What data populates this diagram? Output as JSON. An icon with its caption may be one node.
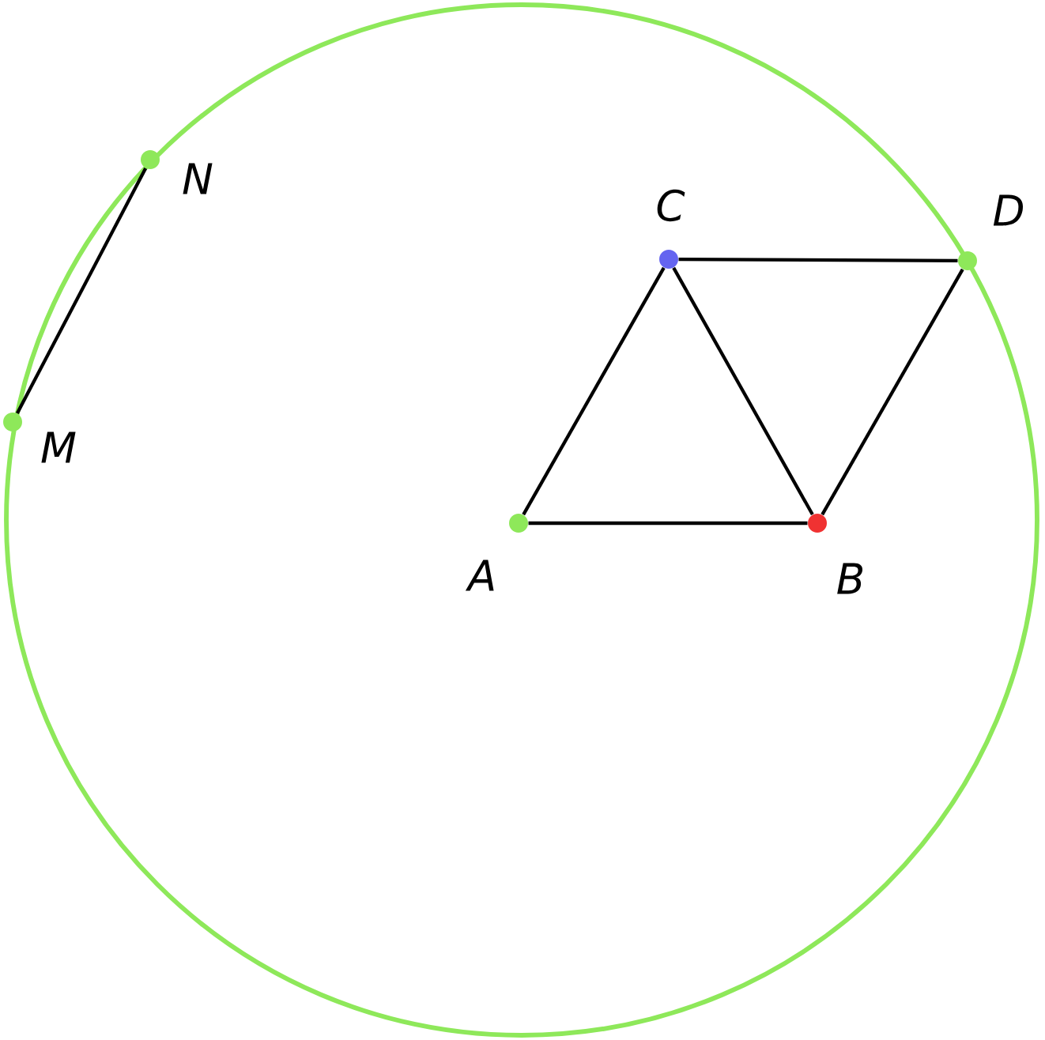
{
  "diagram": {
    "nodes": [
      {
        "text": [],
        "shape": "circle",
        "beside": [
          "N"
        ]
      },
      {
        "text": [],
        "shape": "circle",
        "beside": [
          "M"
        ]
      },
      {
        "text": [],
        "shape": "circle",
        "beside": [
          "C"
        ]
      },
      {
        "text": [],
        "shape": "circle",
        "beside": [
          "D"
        ]
      },
      {
        "text": [],
        "shape": "circle",
        "beside": [
          "A"
        ]
      },
      {
        "text": [],
        "shape": "circle",
        "beside": [
          "B"
        ]
      }
    ],
    "edges": [
      {
        "from": 1,
        "to": 0,
        "arrow": "none"
      },
      {
        "from": 2,
        "to": 3,
        "arrow": "none"
      },
      {
        "from": 4,
        "to": 2,
        "arrow": "none"
      },
      {
        "from": 2,
        "to": 5,
        "arrow": "none"
      },
      {
        "from": 3,
        "to": 5,
        "arrow": "none"
      },
      {
        "from": 4,
        "to": 5,
        "arrow": "none"
      }
    ]
  }
}
